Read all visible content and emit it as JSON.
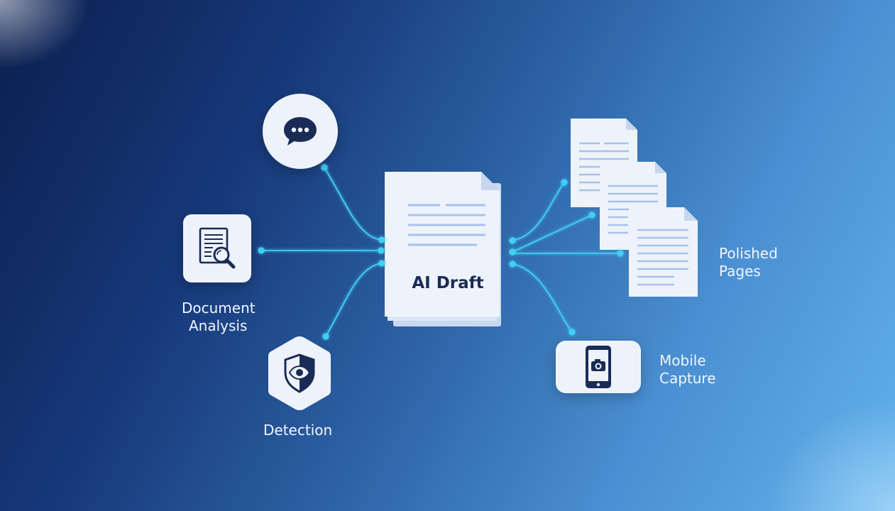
{
  "center": {
    "label": "AI Draft",
    "icon": "document-icon"
  },
  "nodes": {
    "chat": {
      "icon": "chat-bubble-icon",
      "label": ""
    },
    "document_analysis": {
      "icon": "document-search-icon",
      "label_lines": [
        "Document",
        "Analysis"
      ]
    },
    "detection": {
      "icon": "shield-eye-icon",
      "label": "Detection"
    },
    "polished_pages": {
      "icon": "pages-stack-icon",
      "label_lines": [
        "Polished",
        "Pages"
      ]
    },
    "mobile_capture": {
      "icon": "phone-camera-icon",
      "label_lines": [
        "Mobile",
        "Capture"
      ]
    }
  },
  "colors": {
    "background_dark": "#0b1f4e",
    "background_light": "#63b2ec",
    "card": "#eef3fb",
    "icon": "#1a2b55",
    "connector": "#3fd0f5",
    "text_lines": "#a9c2ea"
  }
}
